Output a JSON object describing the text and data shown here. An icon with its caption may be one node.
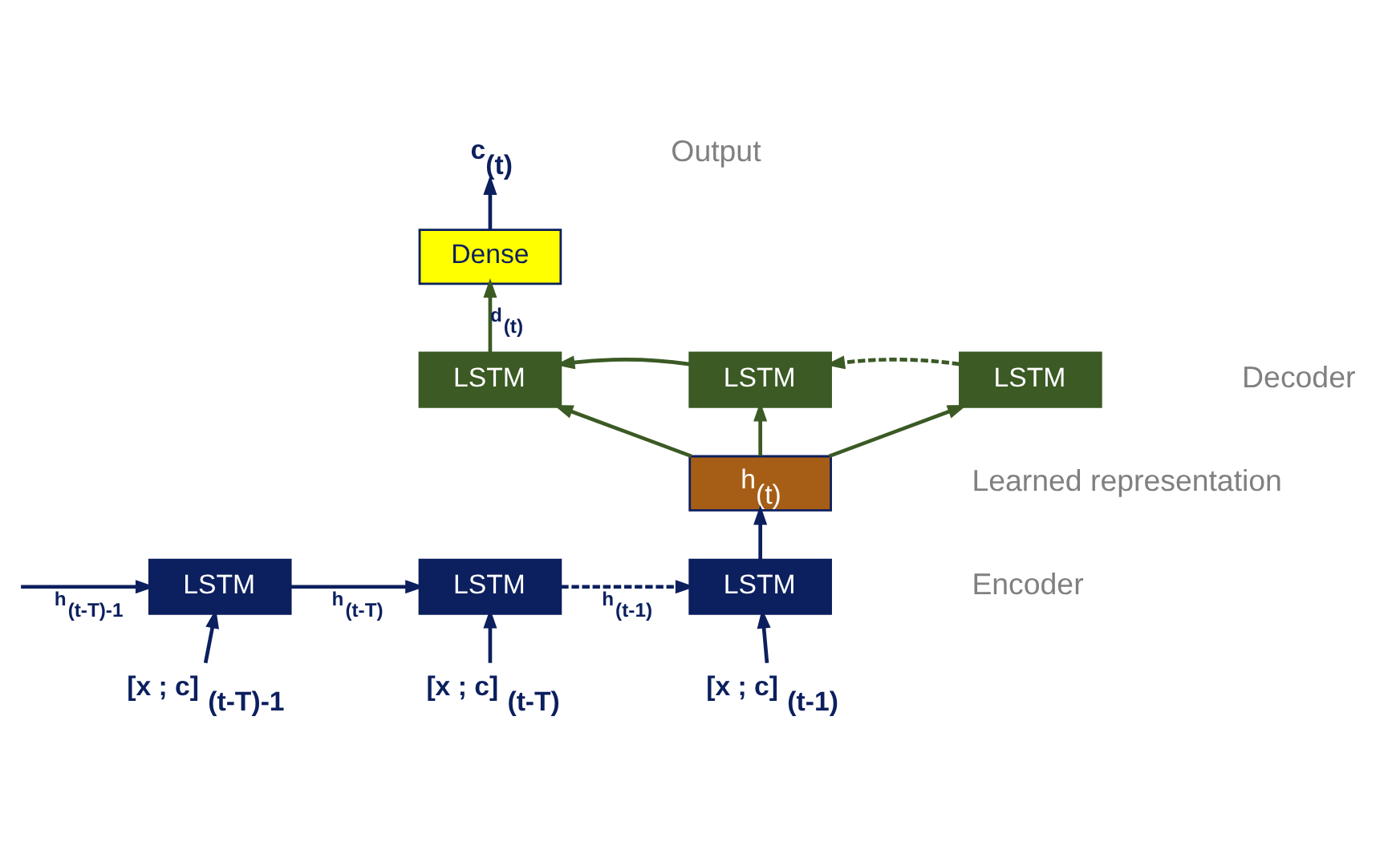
{
  "diagram": {
    "nodes": [
      {
        "text": [
          "Dense"
        ]
      },
      {
        "text": [
          "LSTM"
        ]
      },
      {
        "text": [
          "LSTM"
        ]
      },
      {
        "text": [
          "LSTM"
        ]
      },
      {
        "text": [
          "h$_{(t)}$"
        ]
      },
      {
        "text": [
          "LSTM"
        ]
      },
      {
        "text": [
          "LSTM"
        ]
      },
      {
        "text": [
          "LSTM"
        ]
      },
      {
        "text": [
          "c$_{(t)}$"
        ]
      },
      {
        "text": [
          "[x ; c] $_{(t-T)-1}$"
        ]
      },
      {
        "text": [
          "[x ; c] $_{(t-T)}$"
        ]
      },
      {
        "text": [
          "[x ; c] $_{(t-1)}$"
        ]
      }
    ],
    "edges": [
      {
        "from": 0,
        "to": 8,
        "arrow": "to"
      },
      {
        "from": 1,
        "to": 0,
        "arrow": "to",
        "label": "d$_{(t)}$",
        "color": "#3b5a24"
      },
      {
        "from": 2,
        "to": 1,
        "arrow": "to",
        "color": "#3b5a24"
      },
      {
        "from": 3,
        "to": 2,
        "arrow": "to",
        "style": "dashed",
        "color": "#3b5a24"
      },
      {
        "from": 4,
        "to": 3,
        "arrow": "to",
        "color": "#3b5a24"
      },
      {
        "from": 4,
        "to": 2,
        "arrow": "to",
        "color": "#3b5a24"
      },
      {
        "from": 4,
        "to": 1,
        "arrow": "to",
        "color": "#3b5a24"
      },
      {
        "from": 7,
        "to": 4,
        "arrow": "to"
      },
      {
        "from": null,
        "to": 5,
        "arrow": "to",
        "label": "h$_{(t-T)-1}$"
      },
      {
        "from": 5,
        "to": 6,
        "arrow": "to",
        "label": "h$_{(t-T)}$"
      },
      {
        "from": 6,
        "to": 7,
        "arrow": "to",
        "style": "dashed",
        "label": "h$_{(t-1)}$"
      },
      {
        "from": 9,
        "to": 5,
        "arrow": "to"
      },
      {
        "from": 10,
        "to": 6,
        "arrow": "to"
      },
      {
        "from": 11,
        "to": 7,
        "arrow": "to"
      }
    ],
    "labels": [
      "Output",
      "Decoder",
      "Learned representation",
      "Encoder"
    ]
  }
}
